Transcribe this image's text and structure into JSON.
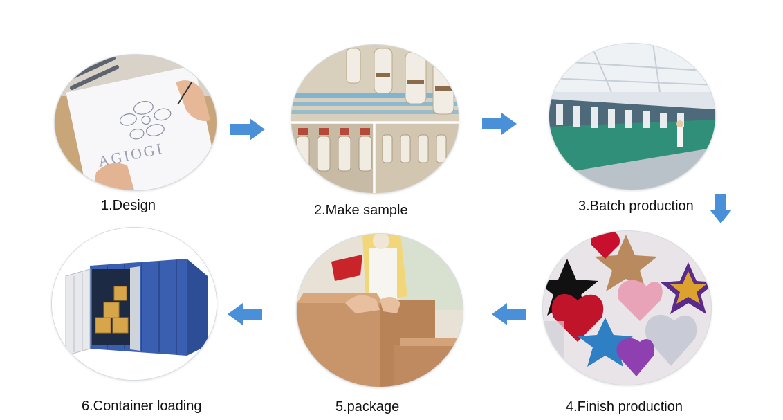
{
  "steps": [
    {
      "number": "1",
      "label": "1.Design",
      "image": "design-sketch",
      "brand_text": "AGIOGI"
    },
    {
      "number": "2",
      "label": "2.Make sample",
      "image": "embroidery-machine-heads"
    },
    {
      "number": "3",
      "label": "3.Batch production",
      "image": "factory-production-line"
    },
    {
      "number": "4",
      "label": "4.Finish production",
      "image": "sequin-patches"
    },
    {
      "number": "5",
      "label": "5.package",
      "image": "packing-boxes"
    },
    {
      "number": "6",
      "label": "6.Container loading",
      "image": "shipping-container"
    }
  ],
  "arrows": [
    {
      "from": "1",
      "to": "2",
      "direction": "right"
    },
    {
      "from": "2",
      "to": "3",
      "direction": "right"
    },
    {
      "from": "3",
      "to": "4",
      "direction": "down"
    },
    {
      "from": "4",
      "to": "5",
      "direction": "left"
    },
    {
      "from": "5",
      "to": "6",
      "direction": "left"
    }
  ],
  "colors": {
    "arrow": "#4a90d9",
    "label_text": "#111111",
    "container": "#3a5fb0"
  }
}
